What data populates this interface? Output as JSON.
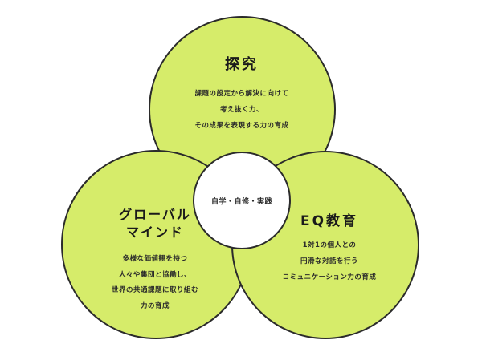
{
  "colors": {
    "circle_fill": "#d6ec6a",
    "center_fill": "#ffffff",
    "stroke": "#2b2b2b",
    "text": "#1a1a1a"
  },
  "center": {
    "label": "自学・自修・実践"
  },
  "circles": {
    "top": {
      "title": "探究",
      "lines": [
        "課題の設定から解決に向けて",
        "考え抜く力、",
        "その成果を表現する力の育成"
      ]
    },
    "left": {
      "title_lines": [
        "グローバル",
        "マインド"
      ],
      "lines": [
        "多様な価値観を持つ",
        "人々や集団と協働し、",
        "世界の共通課題に取り組む",
        "力の育成"
      ]
    },
    "right": {
      "title": "EQ教育",
      "lines": [
        "1対1の個人との",
        "円滑な対話を行う",
        "コミュニケーション力の育成"
      ]
    }
  }
}
